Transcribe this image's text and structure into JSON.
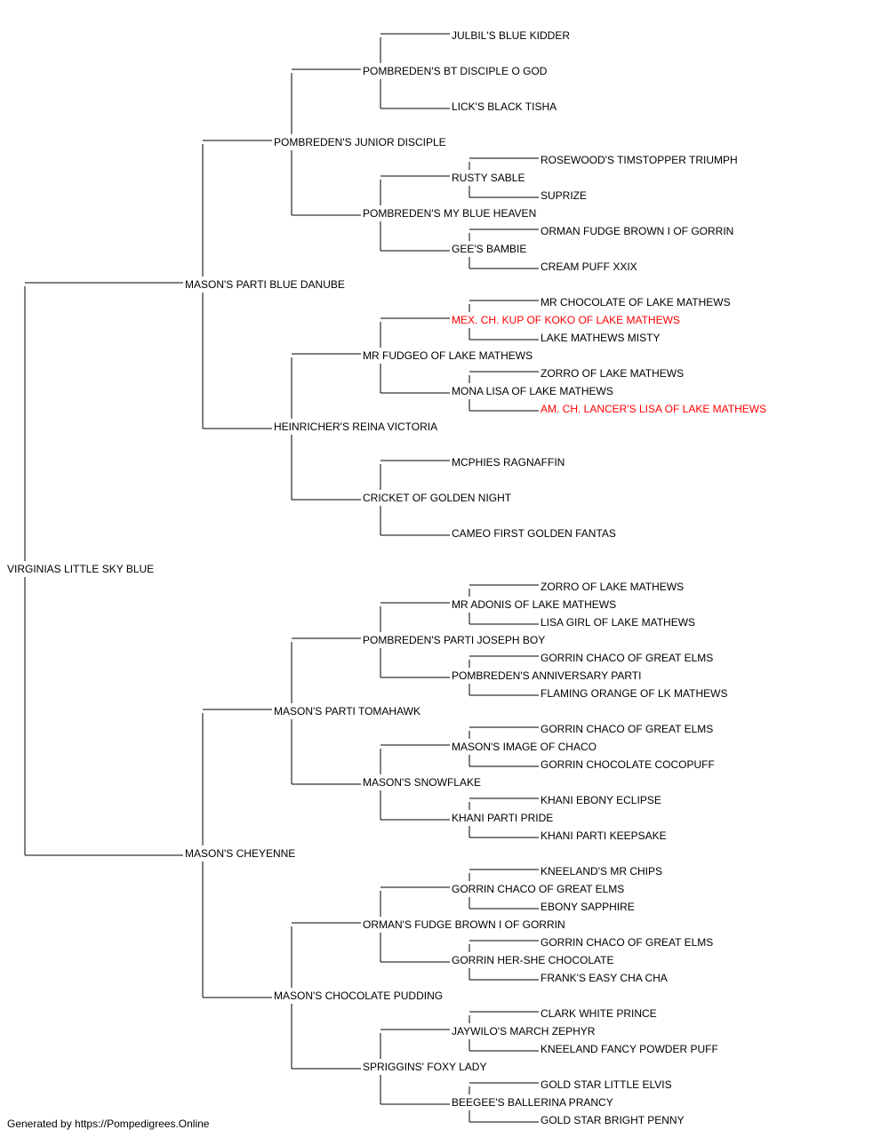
{
  "pedigree": {
    "name": "VIRGINIAS LITTLE SKY BLUE",
    "sire": {
      "name": "MASON'S PARTI BLUE DANUBE",
      "sire": {
        "name": "POMBREDEN'S JUNIOR DISCIPLE",
        "sire": {
          "name": "POMBREDEN'S BT DISCIPLE O GOD",
          "sire": {
            "name": "JULBIL'S BLUE KIDDER"
          },
          "dam": {
            "name": "LICK'S BLACK TISHA"
          }
        },
        "dam": {
          "name": "POMBREDEN'S MY BLUE HEAVEN",
          "sire": {
            "name": "RUSTY SABLE",
            "sire": {
              "name": "ROSEWOOD'S TIMSTOPPER TRIUMPH"
            },
            "dam": {
              "name": "SUPRIZE"
            }
          },
          "dam": {
            "name": "GEE'S BAMBIE",
            "sire": {
              "name": "ORMAN FUDGE BROWN I OF GORRIN"
            },
            "dam": {
              "name": "CREAM PUFF XXIX"
            }
          }
        }
      },
      "dam": {
        "name": "HEINRICHER'S REINA VICTORIA",
        "sire": {
          "name": "MR FUDGEO OF LAKE MATHEWS",
          "sire": {
            "name": "MEX. CH. KUP OF KOKO OF LAKE MATHEWS",
            "champion": true,
            "sire": {
              "name": "MR CHOCOLATE OF LAKE MATHEWS"
            },
            "dam": {
              "name": "LAKE MATHEWS MISTY"
            }
          },
          "dam": {
            "name": "MONA LISA OF LAKE MATHEWS",
            "sire": {
              "name": "ZORRO OF LAKE MATHEWS"
            },
            "dam": {
              "name": "AM. CH. LANCER'S LISA OF LAKE MATHEWS",
              "champion": true
            }
          }
        },
        "dam": {
          "name": "CRICKET OF GOLDEN NIGHT",
          "sire": {
            "name": "MCPHIES RAGNAFFIN"
          },
          "dam": {
            "name": "CAMEO FIRST GOLDEN FANTAS"
          }
        }
      }
    },
    "dam": {
      "name": "MASON'S CHEYENNE",
      "sire": {
        "name": "MASON'S PARTI TOMAHAWK",
        "sire": {
          "name": "POMBREDEN'S PARTI JOSEPH BOY",
          "sire": {
            "name": "MR ADONIS OF LAKE MATHEWS",
            "sire": {
              "name": "ZORRO OF LAKE MATHEWS"
            },
            "dam": {
              "name": "LISA GIRL OF LAKE MATHEWS"
            }
          },
          "dam": {
            "name": "POMBREDEN'S ANNIVERSARY PARTI",
            "sire": {
              "name": "GORRIN CHACO OF GREAT ELMS"
            },
            "dam": {
              "name": "FLAMING ORANGE OF LK MATHEWS"
            }
          }
        },
        "dam": {
          "name": "MASON'S SNOWFLAKE",
          "sire": {
            "name": "MASON'S IMAGE OF CHACO",
            "sire": {
              "name": "GORRIN CHACO OF GREAT ELMS"
            },
            "dam": {
              "name": "GORRIN CHOCOLATE COCOPUFF"
            }
          },
          "dam": {
            "name": "KHANI PARTI PRIDE",
            "sire": {
              "name": "KHANI EBONY ECLIPSE"
            },
            "dam": {
              "name": "KHANI PARTI KEEPSAKE"
            }
          }
        }
      },
      "dam": {
        "name": "MASON'S CHOCOLATE PUDDING",
        "sire": {
          "name": "ORMAN'S FUDGE BROWN I OF GORRIN",
          "sire": {
            "name": "GORRIN CHACO OF GREAT ELMS",
            "sire": {
              "name": "KNEELAND'S MR CHIPS"
            },
            "dam": {
              "name": "EBONY SAPPHIRE"
            }
          },
          "dam": {
            "name": "GORRIN HER-SHE CHOCOLATE",
            "sire": {
              "name": "GORRIN CHACO OF GREAT ELMS"
            },
            "dam": {
              "name": "FRANK'S EASY CHA CHA"
            }
          }
        },
        "dam": {
          "name": "SPRIGGINS' FOXY LADY",
          "sire": {
            "name": "JAYWILO'S MARCH ZEPHYR",
            "sire": {
              "name": "CLARK WHITE PRINCE"
            },
            "dam": {
              "name": "KNEELAND FANCY POWDER PUFF"
            }
          },
          "dam": {
            "name": "BEEGEE'S BALLERINA PRANCY",
            "sire": {
              "name": "GOLD STAR LITTLE ELVIS"
            },
            "dam": {
              "name": "GOLD STAR BRIGHT PENNY"
            }
          }
        }
      }
    }
  },
  "colors": {
    "line": "#000000",
    "text": "#000000",
    "champion": "#ff0000"
  },
  "footer": "Generated by https://Pompedigrees.Online"
}
